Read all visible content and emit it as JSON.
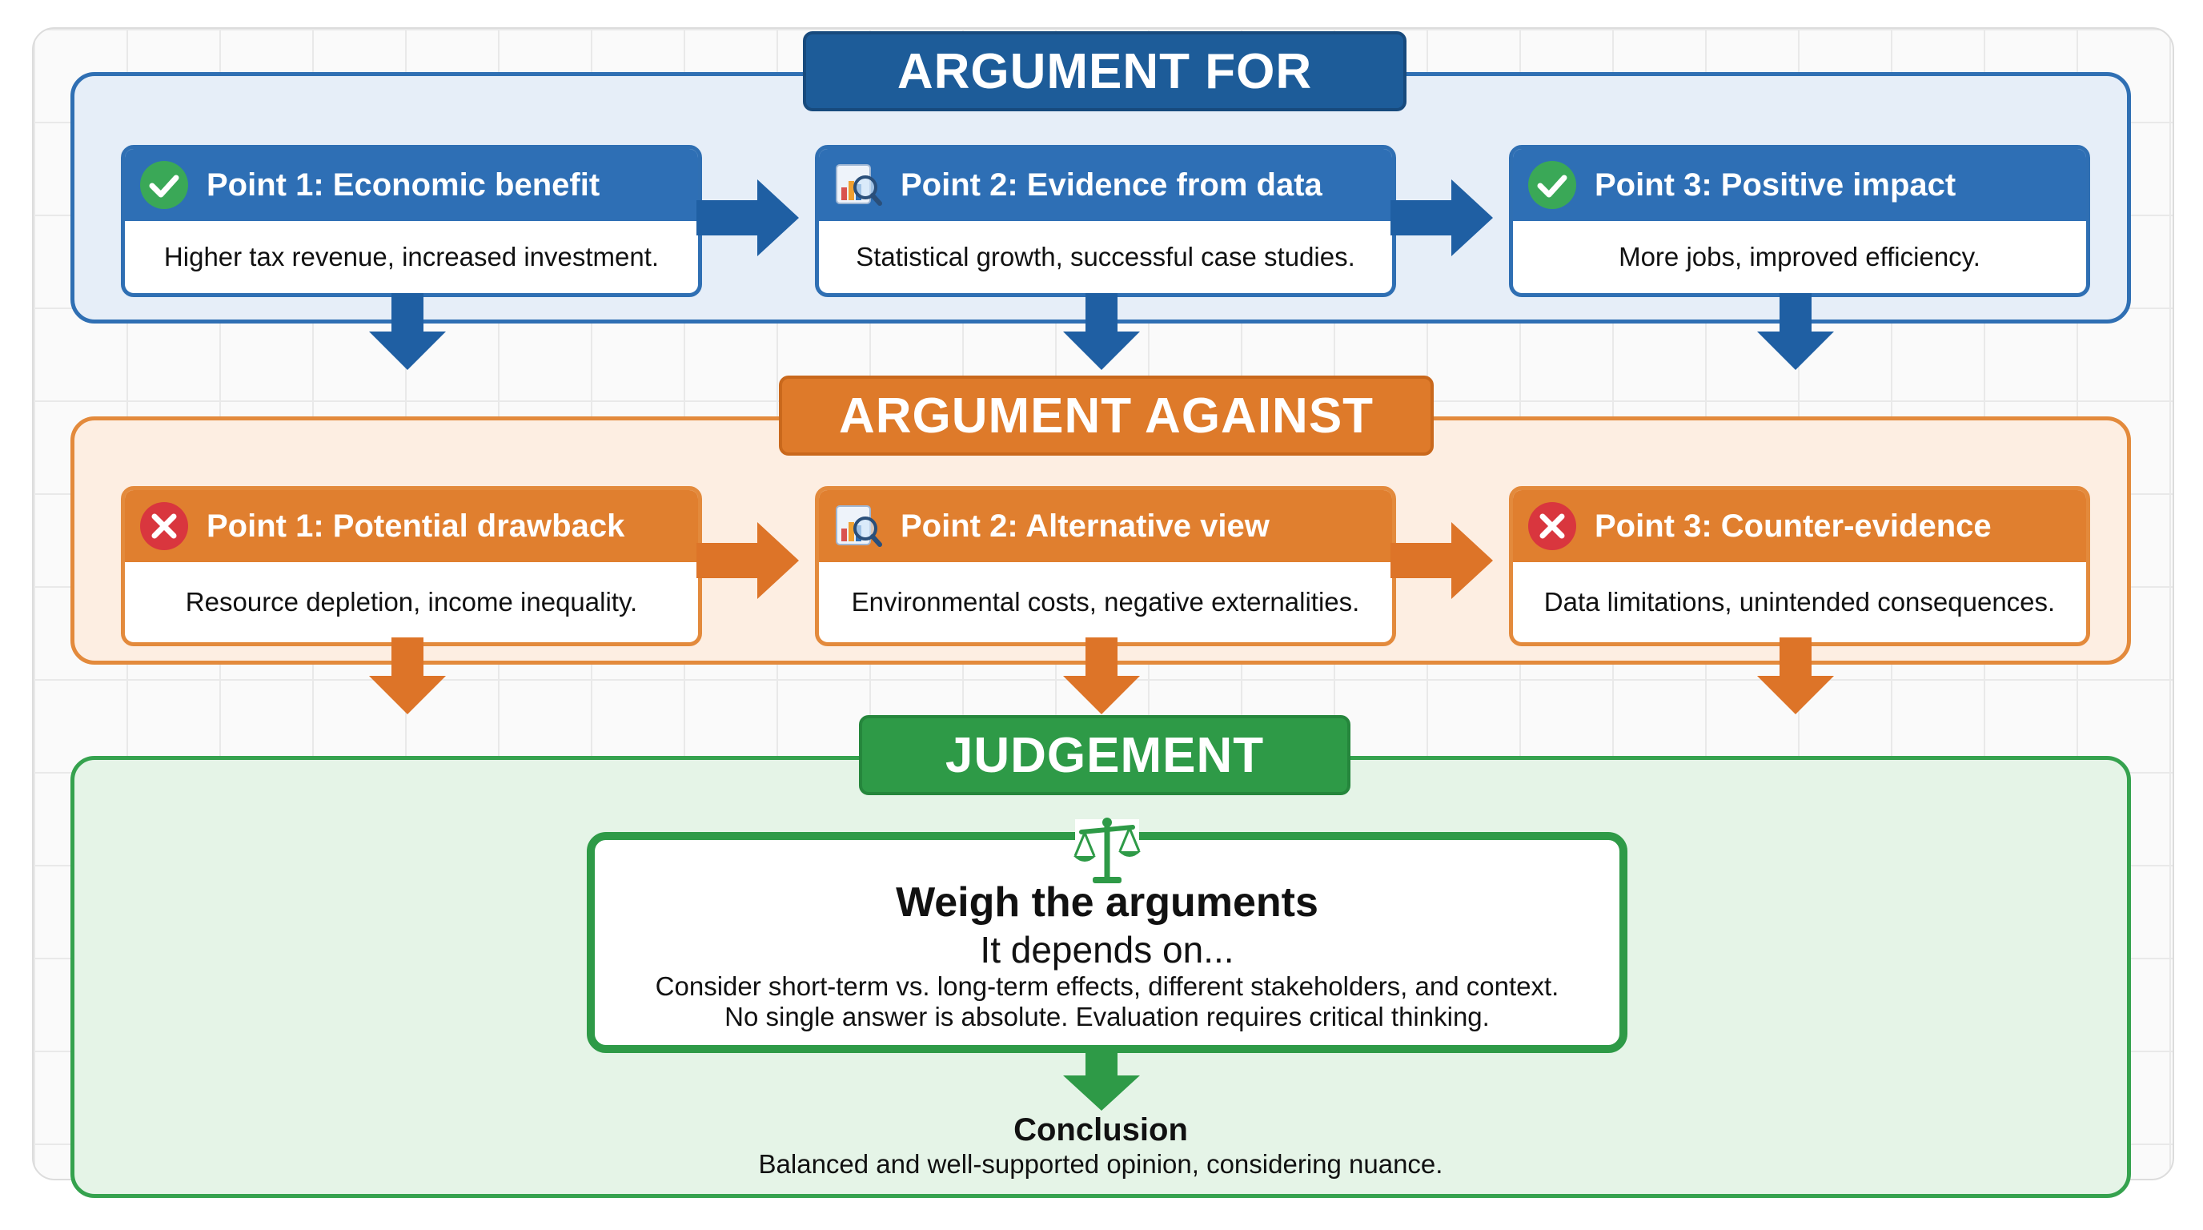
{
  "argument_for": {
    "title": "ARGUMENT FOR",
    "points": [
      {
        "title": "Point 1: Economic benefit",
        "text": "Higher tax revenue, increased investment.",
        "icon": "check-icon"
      },
      {
        "title": "Point 2: Evidence from data",
        "text": "Statistical growth, successful case studies.",
        "icon": "chart-magnifier-icon"
      },
      {
        "title": "Point 3: Positive impact",
        "text": "More jobs, improved efficiency.",
        "icon": "check-icon"
      }
    ]
  },
  "argument_against": {
    "title": "ARGUMENT AGAINST",
    "points": [
      {
        "title": "Point 1: Potential drawback",
        "text": "Resource depletion, income inequality.",
        "icon": "cross-icon"
      },
      {
        "title": "Point 2: Alternative view",
        "text": "Environmental costs, negative externalities.",
        "icon": "chart-magnifier-icon"
      },
      {
        "title": "Point 3: Counter-evidence",
        "text": "Data limitations, unintended consequences.",
        "icon": "cross-icon"
      }
    ]
  },
  "judgement": {
    "title": "JUDGEMENT",
    "icon": "scales-icon",
    "box_title": "Weigh the arguments",
    "box_subtitle": "It depends on...",
    "box_line1": "Consider short-term vs. long-term effects, different stakeholders, and context.",
    "box_line2": "No single answer is absolute. Evaluation requires critical thinking.",
    "conclusion_title": "Conclusion",
    "conclusion_text": "Balanced and well-supported opinion, considering nuance."
  },
  "colors": {
    "for_blue": "#2e6fb5",
    "against_orange": "#e07f2f",
    "judgement_green": "#2e9a47"
  }
}
